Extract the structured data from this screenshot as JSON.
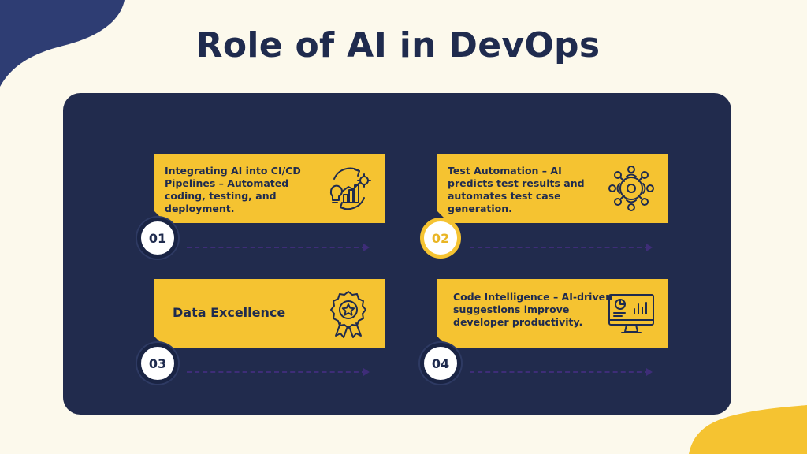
{
  "title": "Role of AI in DevOps",
  "colors": {
    "background": "#FCF9EC",
    "panel": "#212B4D",
    "card": "#F5C331",
    "text": "#1F2B4E",
    "arrow": "#3E2D78"
  },
  "items": [
    {
      "number": "01",
      "text": "Integrating AI into CI/CD Pipelines – Automated coding, testing, and deployment.",
      "icon": "cycle-lightbulb-chart-icon"
    },
    {
      "number": "02",
      "text": "Test Automation – AI predicts test results and automates test case generation.",
      "icon": "team-network-icon"
    },
    {
      "number": "03",
      "text": "Data Excellence",
      "icon": "award-ribbon-icon"
    },
    {
      "number": "04",
      "text": "Code Intelligence – AI-driven suggestions improve developer productivity.",
      "icon": "monitor-dashboard-icon"
    }
  ]
}
